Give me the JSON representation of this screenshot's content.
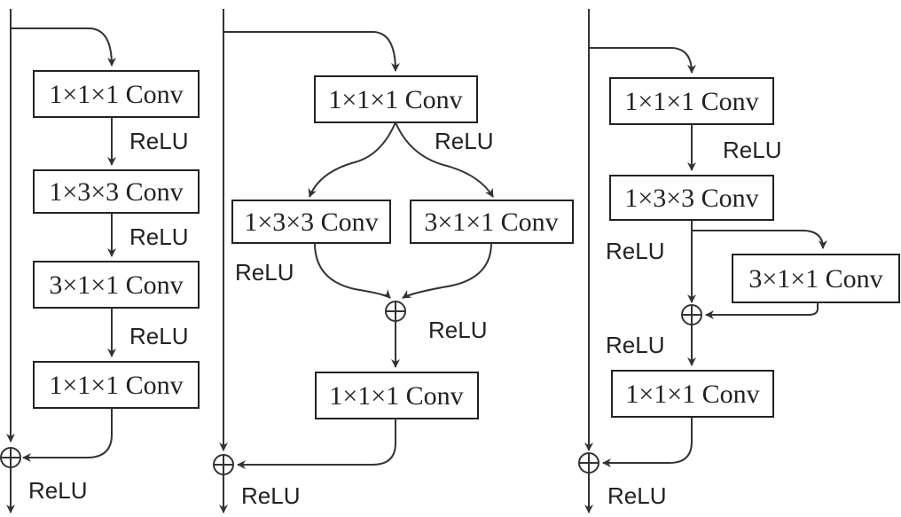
{
  "panel_a": {
    "boxes": [
      "1×1×1 Conv",
      "1×3×3 Conv",
      "3×1×1 Conv",
      "1×1×1 Conv"
    ],
    "relus": [
      "ReLU",
      "ReLU",
      "ReLU",
      "ReLU"
    ]
  },
  "panel_b": {
    "boxes": [
      "1×1×1 Conv",
      "1×3×3 Conv",
      "3×1×1 Conv",
      "1×1×1 Conv"
    ],
    "relus": [
      "ReLU",
      "ReLU",
      "ReLU",
      "ReLU"
    ]
  },
  "panel_c": {
    "boxes": [
      "1×1×1 Conv",
      "1×3×3 Conv",
      "3×1×1 Conv",
      "1×1×1 Conv"
    ],
    "relus": [
      "ReLU",
      "ReLU",
      "ReLU",
      "ReLU"
    ]
  },
  "colors": {
    "stroke": "#222222",
    "background": "#ffffff"
  }
}
